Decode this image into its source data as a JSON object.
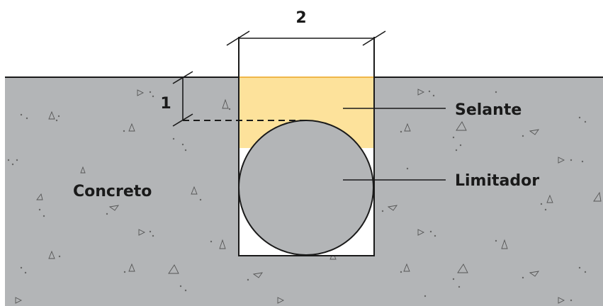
{
  "dimensions": {
    "width_label": "2",
    "depth_label": "1"
  },
  "labels": {
    "concrete": "Concreto",
    "sealant": "Selante",
    "limiter": "Limitador"
  },
  "colors": {
    "concrete": "#b3b5b7",
    "sealant": "#fde29b",
    "limiter": "#b3b5b7",
    "joint_bottom": "#ffffff",
    "line": "#1a1a1a",
    "surface_edge": "#f0b74a"
  }
}
